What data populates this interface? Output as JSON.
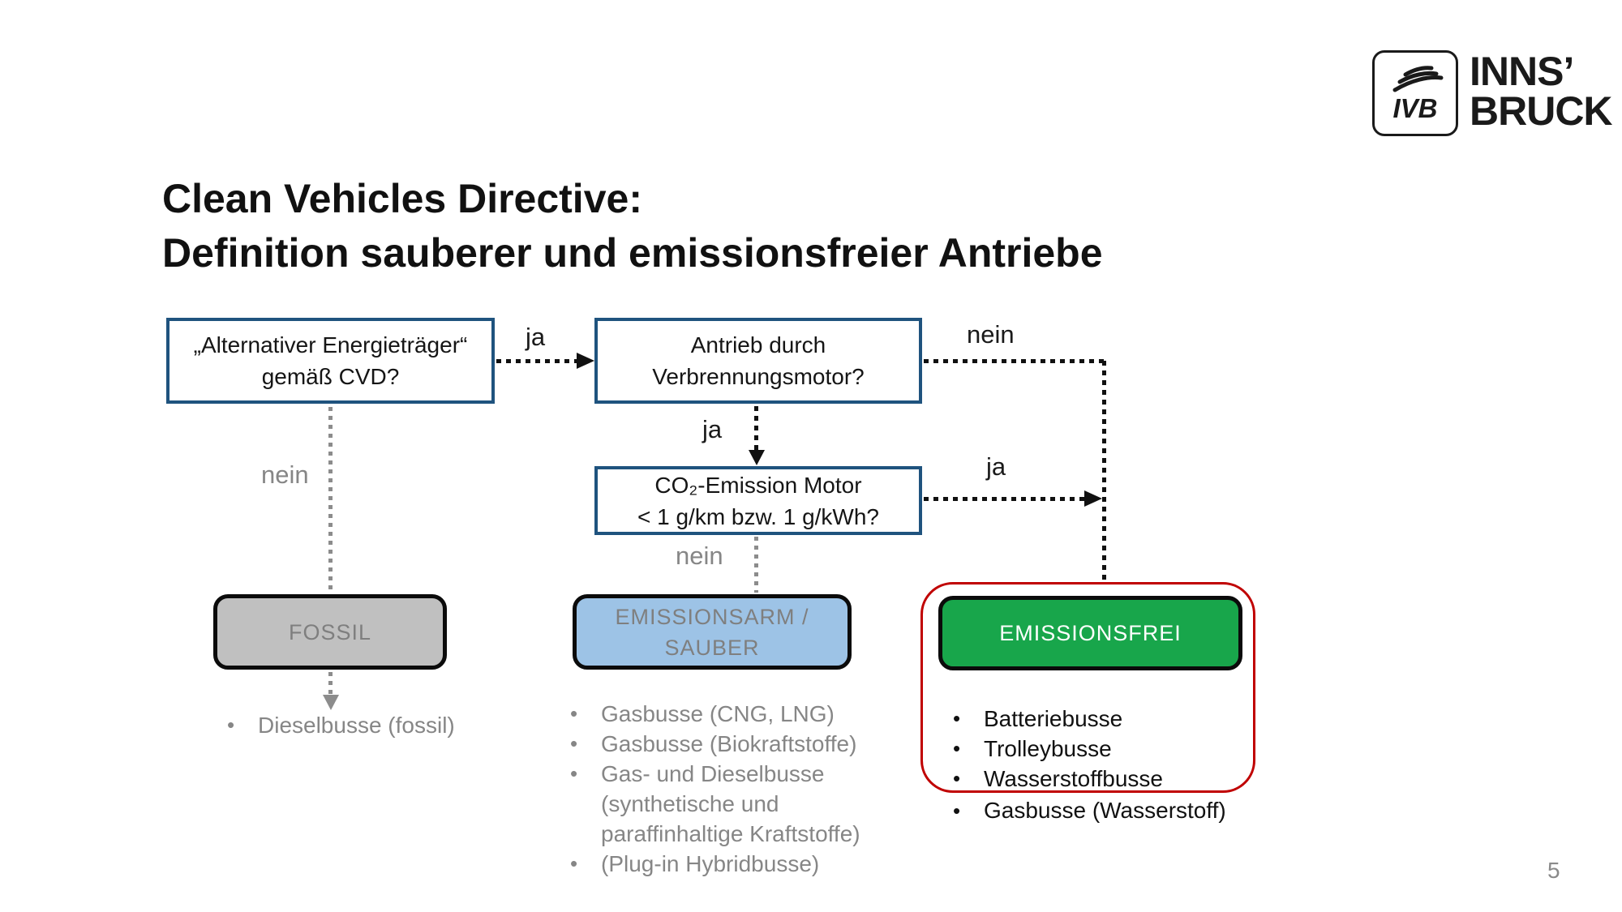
{
  "page": {
    "number": "5"
  },
  "logo": {
    "mark": "IVB",
    "city_line1": "INNS’",
    "city_line2": "BRUCK"
  },
  "title": {
    "line1": "Clean Vehicles Directive:",
    "line2": "Definition sauberer und emissionsfreier Antriebe"
  },
  "flowchart": {
    "decisions": {
      "alt_energy": {
        "line1": "„Alternativer Energieträger“",
        "line2": "gemäß CVD?"
      },
      "combustion": {
        "line1": "Antrieb durch",
        "line2": "Verbrennungsmotor?"
      },
      "co2": {
        "line1": "CO₂-Emission Motor",
        "line2": "< 1 g/km bzw. 1 g/kWh?"
      }
    },
    "labels": {
      "ja_alt_to_combustion": "ja",
      "nein_combustion": "nein",
      "ja_combustion_to_co2": "ja",
      "ja_co2": "ja",
      "nein_co2": "nein",
      "nein_alt": "nein"
    },
    "results": {
      "fossil": "FOSSIL",
      "clean_line1": "EMISSIONSARM /",
      "clean_line2": "SAUBER",
      "zero": "EMISSIONSFREI"
    }
  },
  "lists": {
    "fossil": {
      "items": [
        "Dieselbusse (fossil)"
      ]
    },
    "clean": {
      "lines": [
        {
          "text": "Gasbusse (CNG, LNG)"
        },
        {
          "text": "Gasbusse (Biokraftstoffe)"
        },
        {
          "text": "Gas- und Dieselbusse"
        },
        {
          "text": "(synthetische und"
        },
        {
          "text": "paraffinhaltige Kraftstoffe)"
        },
        {
          "text": "(Plug-in Hybridbusse)"
        }
      ]
    },
    "zero": {
      "items": [
        "Batteriebusse",
        "Trolleybusse",
        "Wasserstoffbusse",
        "Gasbusse (Wasserstoff)"
      ]
    }
  },
  "colors": {
    "decision_border_blue": "#1F537E",
    "result_green": "#18A64B",
    "result_light_blue": "#9DC3E6",
    "result_gray": "#C0C0C0",
    "gray_text": "#868686",
    "red_outline": "#C00000"
  }
}
